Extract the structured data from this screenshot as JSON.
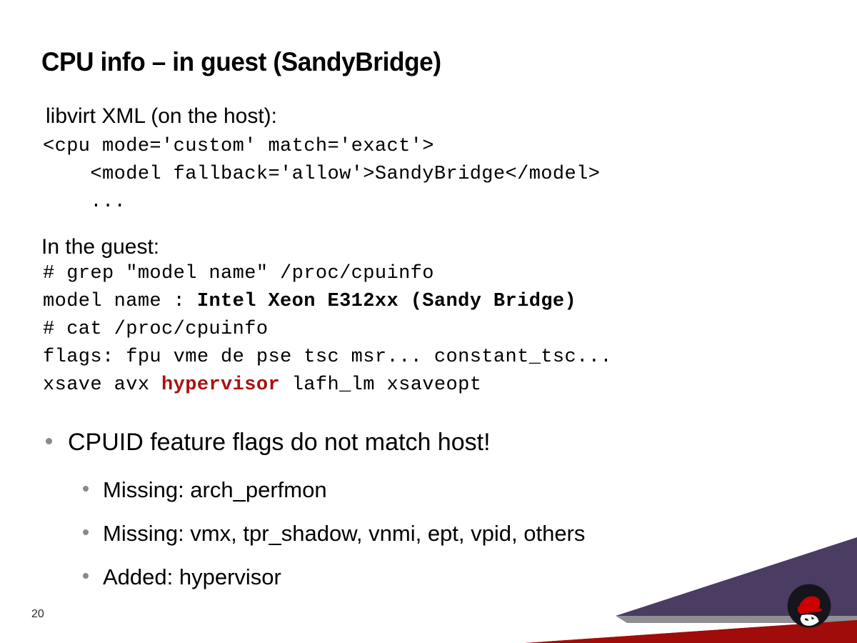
{
  "slide": {
    "title": "CPU info – in guest (SandyBridge)",
    "page_number": "20",
    "host_label": "libvirt XML (on the host):",
    "guest_label": "In the guest:",
    "xml_lines": [
      "<cpu mode='custom' match='exact'>",
      "    <model fallback='allow'>SandyBridge</model>",
      "    ..."
    ],
    "shell": {
      "cmd_grep": "# grep \"model name\" /proc/cpuinfo",
      "out_model_prefix": "model name : ",
      "out_model_value": "Intel Xeon E312xx (Sandy Bridge)",
      "cmd_cat": "# cat /proc/cpuinfo",
      "out_flags": "flags: fpu vme de pse tsc msr... constant_tsc...",
      "out_flags2_pre": "xsave avx ",
      "out_flags2_hl": "hypervisor",
      "out_flags2_post": " lafh_lm xsaveopt"
    },
    "bullets": [
      {
        "level": 1,
        "text": "CPUID feature flags do not match host!"
      },
      {
        "level": 2,
        "text": "Missing: arch_perfmon"
      },
      {
        "level": 2,
        "text": "Missing: vmx, tpr_shadow, vnmi, ept, vpid, others"
      },
      {
        "level": 2,
        "text": "Added: hypervisor"
      }
    ]
  },
  "colors": {
    "highlight_red": "#A91210",
    "footer_purple": "#4A3C63",
    "footer_gray": "#8E8E93",
    "footer_red": "#A00C09",
    "logo_hat_red": "#CC0000",
    "logo_circle": "#15151B",
    "bullet_gray": "#8A8A8A"
  },
  "icons": {
    "brand_logo": "red-hat-shadowman-logo"
  }
}
